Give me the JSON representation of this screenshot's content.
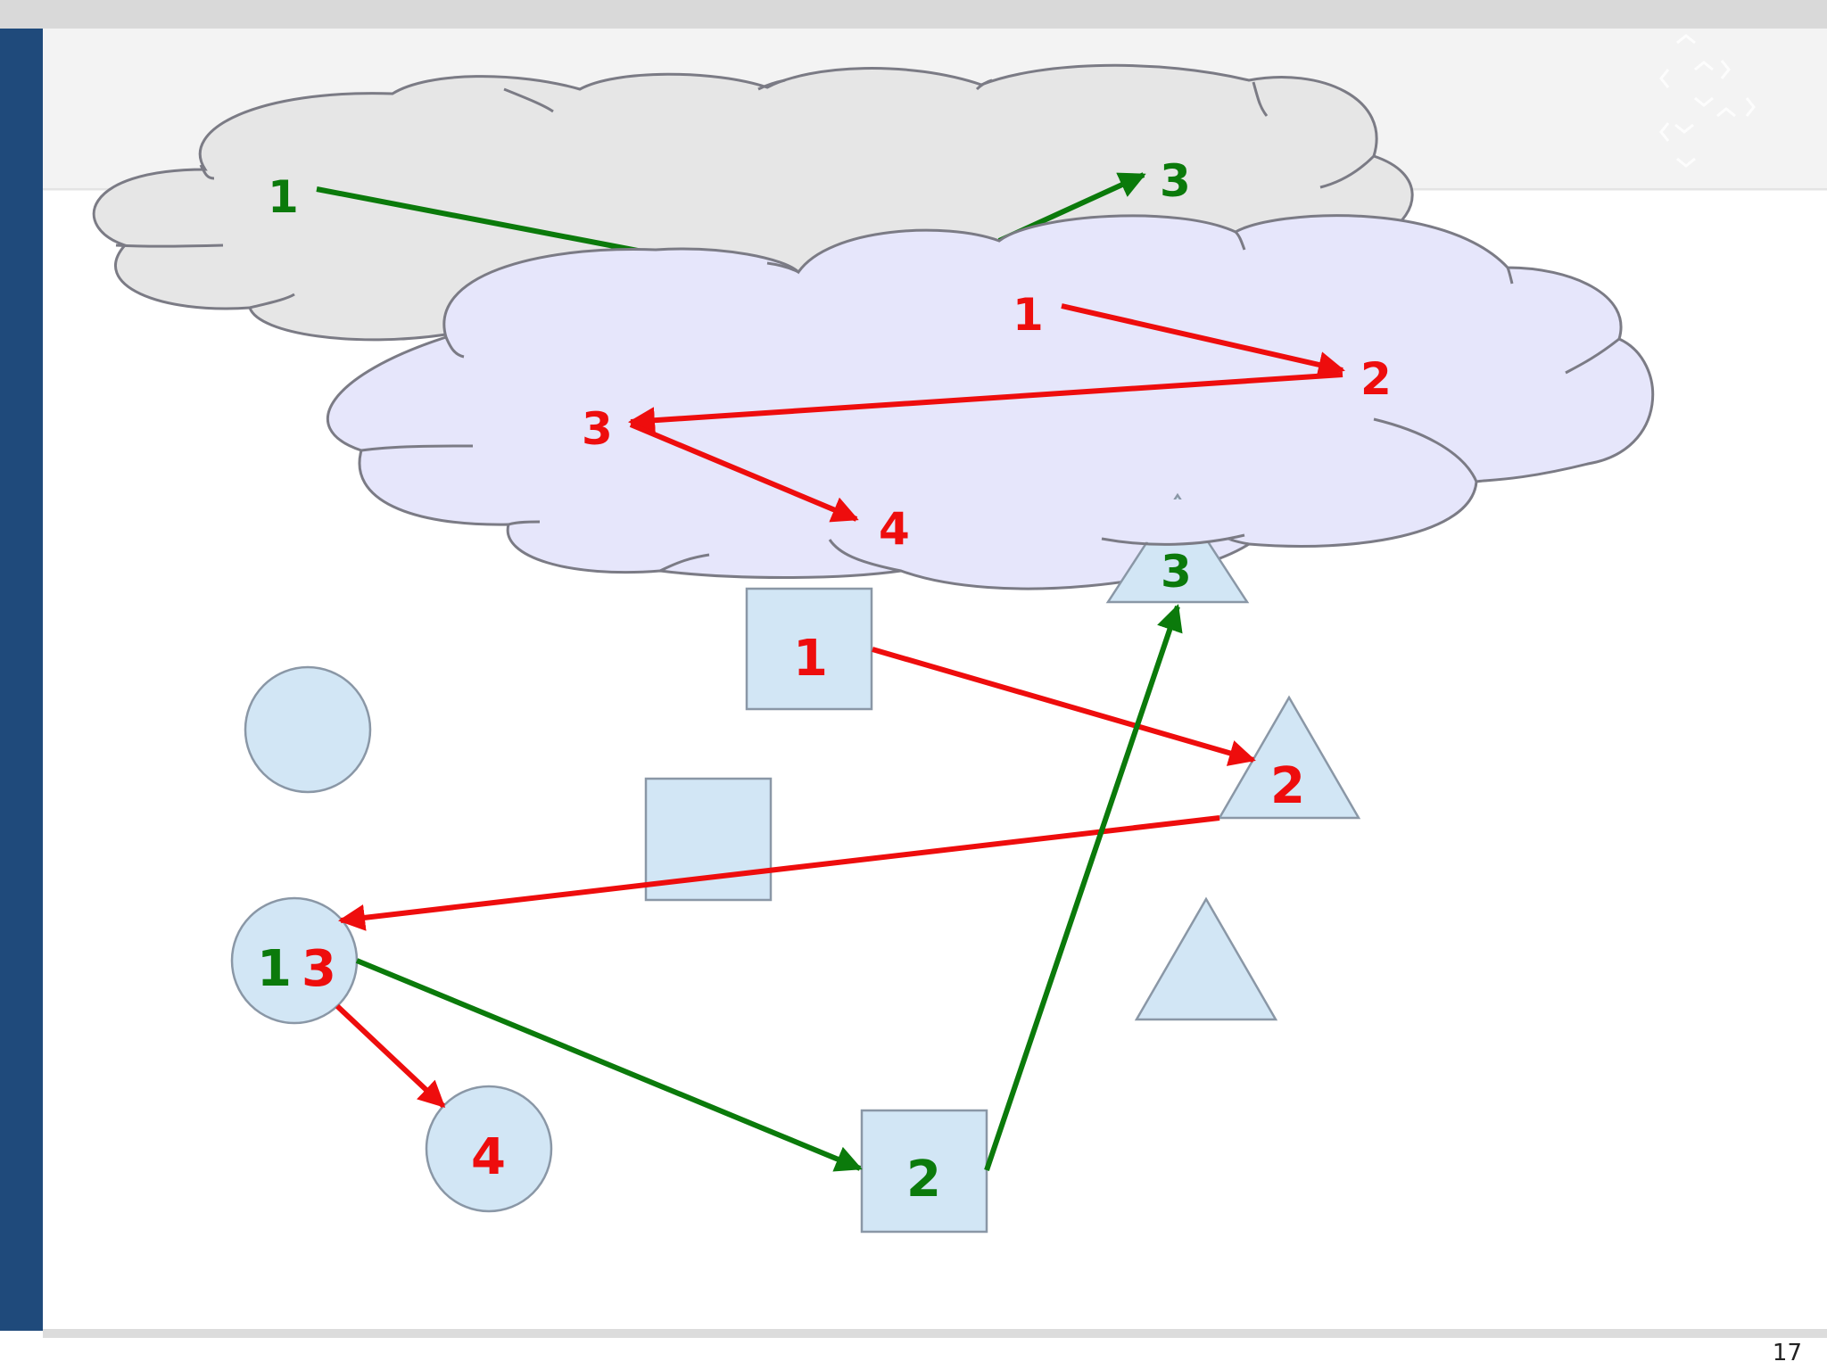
{
  "slide": {
    "page_number": "17",
    "colors": {
      "sidebar": "#1f4a7b",
      "top_band": "#d9d9d9",
      "header_band": "#f3f3f3",
      "shape_fill": "#d2e6f5",
      "shape_stroke": "#8a97a6",
      "cloud_gray_fill": "#e6e6e6",
      "cloud_lavender_fill": "#e6e6fb",
      "cloud_stroke": "#7b7b85",
      "green": "#0b7a0b",
      "red": "#ee0d0d"
    }
  },
  "clouds": {
    "gray": {
      "labels": {
        "a": "1",
        "b": "3"
      }
    },
    "lavender": {
      "labels": {
        "a": "1",
        "b": "2",
        "c": "3",
        "d": "4"
      }
    }
  },
  "shapes": {
    "square_1": "1",
    "triangle_2": "2",
    "triangle_3": "3",
    "circle_13_green": "1",
    "circle_13_red": "3",
    "circle_4": "4",
    "square_2": "2"
  }
}
